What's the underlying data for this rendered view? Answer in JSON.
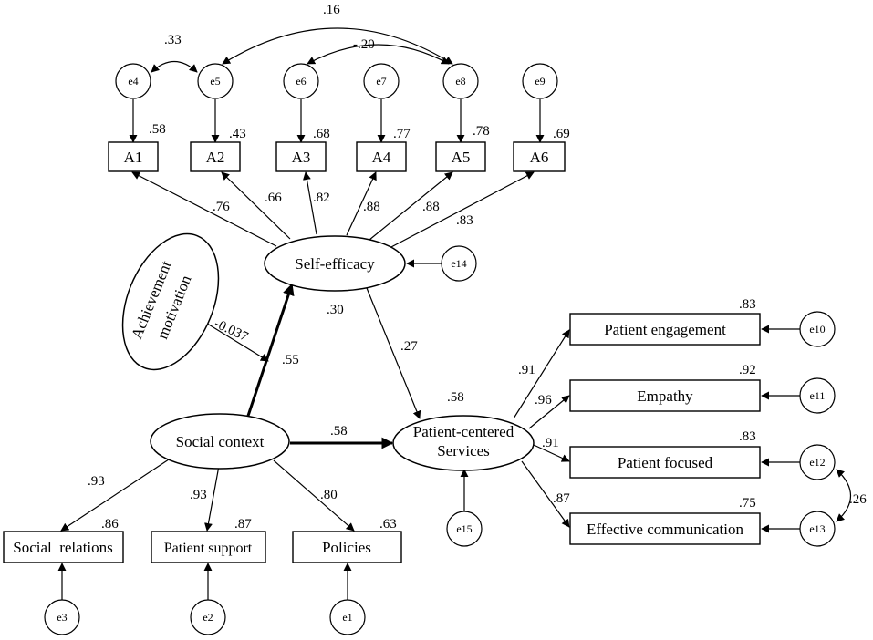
{
  "constructs": {
    "self_efficacy": "Self-efficacy",
    "social_context": "Social context",
    "achievement_motivation": [
      "Achievement",
      "motivation"
    ],
    "patient_centered": [
      "Patient-centered",
      "Services"
    ]
  },
  "indicators": {
    "self_efficacy": [
      "A1",
      "A2",
      "A3",
      "A4",
      "A5",
      "A6"
    ],
    "social_context": [
      "Social  relations",
      "Patient support",
      "Policies"
    ],
    "patient_centered": [
      "Patient engagement",
      "Empathy",
      "Patient focused",
      "Effective communication"
    ]
  },
  "errors": {
    "self_efficacy_items": [
      "e4",
      "e5",
      "e6",
      "e7",
      "e8",
      "e9"
    ],
    "social_items": [
      "e3",
      "e2",
      "e1"
    ],
    "service_items": [
      "e10",
      "e11",
      "e12",
      "e13"
    ],
    "self_efficacy": "e14",
    "service": "e15"
  },
  "loadings": {
    "self_efficacy": [
      ".76",
      ".66",
      ".82",
      ".88",
      ".88",
      ".83"
    ],
    "social_context": [
      ".93",
      ".93",
      ".80"
    ],
    "patient_centered": [
      ".91",
      ".96",
      ".91",
      ".87"
    ]
  },
  "r_squared": {
    "self_efficacy_items": [
      ".58",
      ".43",
      ".68",
      ".77",
      ".78",
      ".69"
    ],
    "social_items": [
      ".86",
      ".87",
      ".63"
    ],
    "service_items": [
      ".83",
      ".92",
      ".83",
      ".75"
    ],
    "self_efficacy": ".30",
    "service": ".58"
  },
  "paths": {
    "social_to_self_efficacy": ".55",
    "social_to_service": ".58",
    "self_efficacy_to_service": ".27",
    "moderation": "-0.037"
  },
  "covariances": {
    "e4_e5": ".33",
    "e5_e8": ".16",
    "e6_e8": "-.20",
    "e12_e13": ".26"
  }
}
